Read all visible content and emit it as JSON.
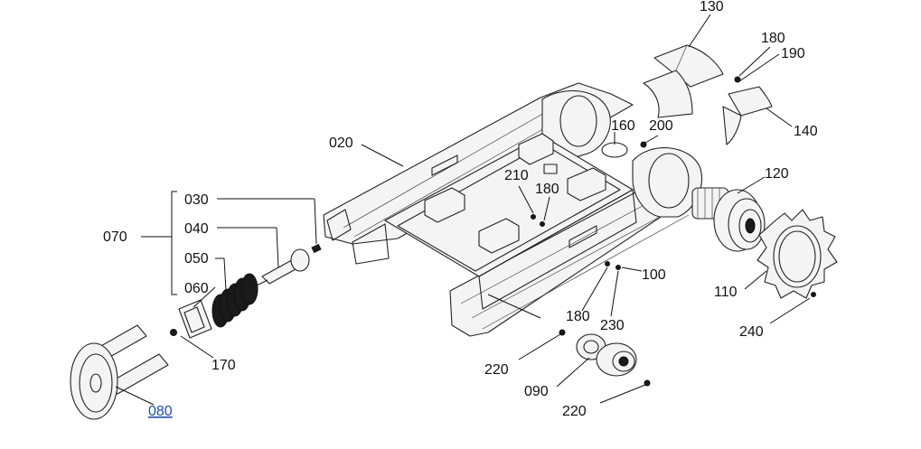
{
  "labels": {
    "p020": "020",
    "p030": "030",
    "p040": "040",
    "p050": "050",
    "p060": "060",
    "p070": "070",
    "p080": "080",
    "p090": "090",
    "p100": "100",
    "p110": "110",
    "p120": "120",
    "p130": "130",
    "p140": "140",
    "p160": "160",
    "p170": "170",
    "p180a": "180",
    "p180b": "180",
    "p180c": "180",
    "p190": "190",
    "p200": "200",
    "p210": "210",
    "p220a": "220",
    "p220b": "220",
    "p230": "230",
    "p240": "240"
  },
  "colors": {
    "line": "#222222",
    "highlight_label": "#1f4fa6"
  }
}
